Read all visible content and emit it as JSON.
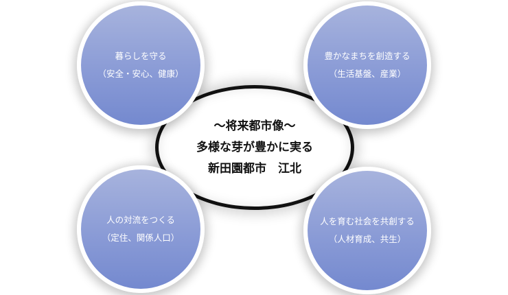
{
  "center": {
    "line1": "～将来都市像～",
    "line2": "多様な芽が豊かに実る",
    "line3": "新田園都市　江北"
  },
  "circles": [
    {
      "position": "top-left",
      "title": "暮らしを守る",
      "subtitle": "（安全・安心、健康）"
    },
    {
      "position": "top-right",
      "title": "豊かなまちを創造する",
      "subtitle": "（生活基盤、産業）"
    },
    {
      "position": "bottom-left",
      "title": "人の対流をつくる",
      "subtitle": "（定住、関係人口）"
    },
    {
      "position": "bottom-right",
      "title": "人を育む社会を共創する",
      "subtitle": "（人材育成、共生）"
    }
  ],
  "colors": {
    "circle_top": "#a7b3dd",
    "circle_bottom": "#7489cf",
    "circle_ring": "#ffffff",
    "ellipse_stroke": "#111111",
    "ellipse_fill": "#ffffff",
    "circle_text": "#ffffff",
    "center_text": "#111111"
  }
}
